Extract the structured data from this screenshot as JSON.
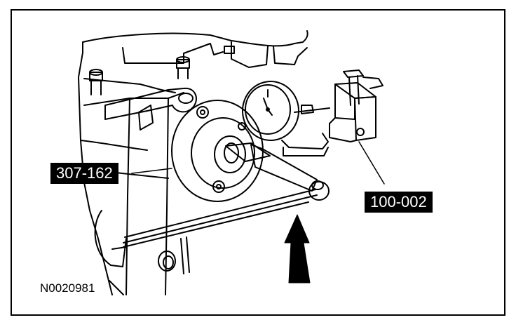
{
  "callouts": {
    "tool_left": "307-162",
    "tool_right": "100-002"
  },
  "figure_id": "N0020981",
  "colors": {
    "ink": "#000000",
    "paper": "#ffffff"
  },
  "icons": [
    "upward-arrow-icon"
  ]
}
